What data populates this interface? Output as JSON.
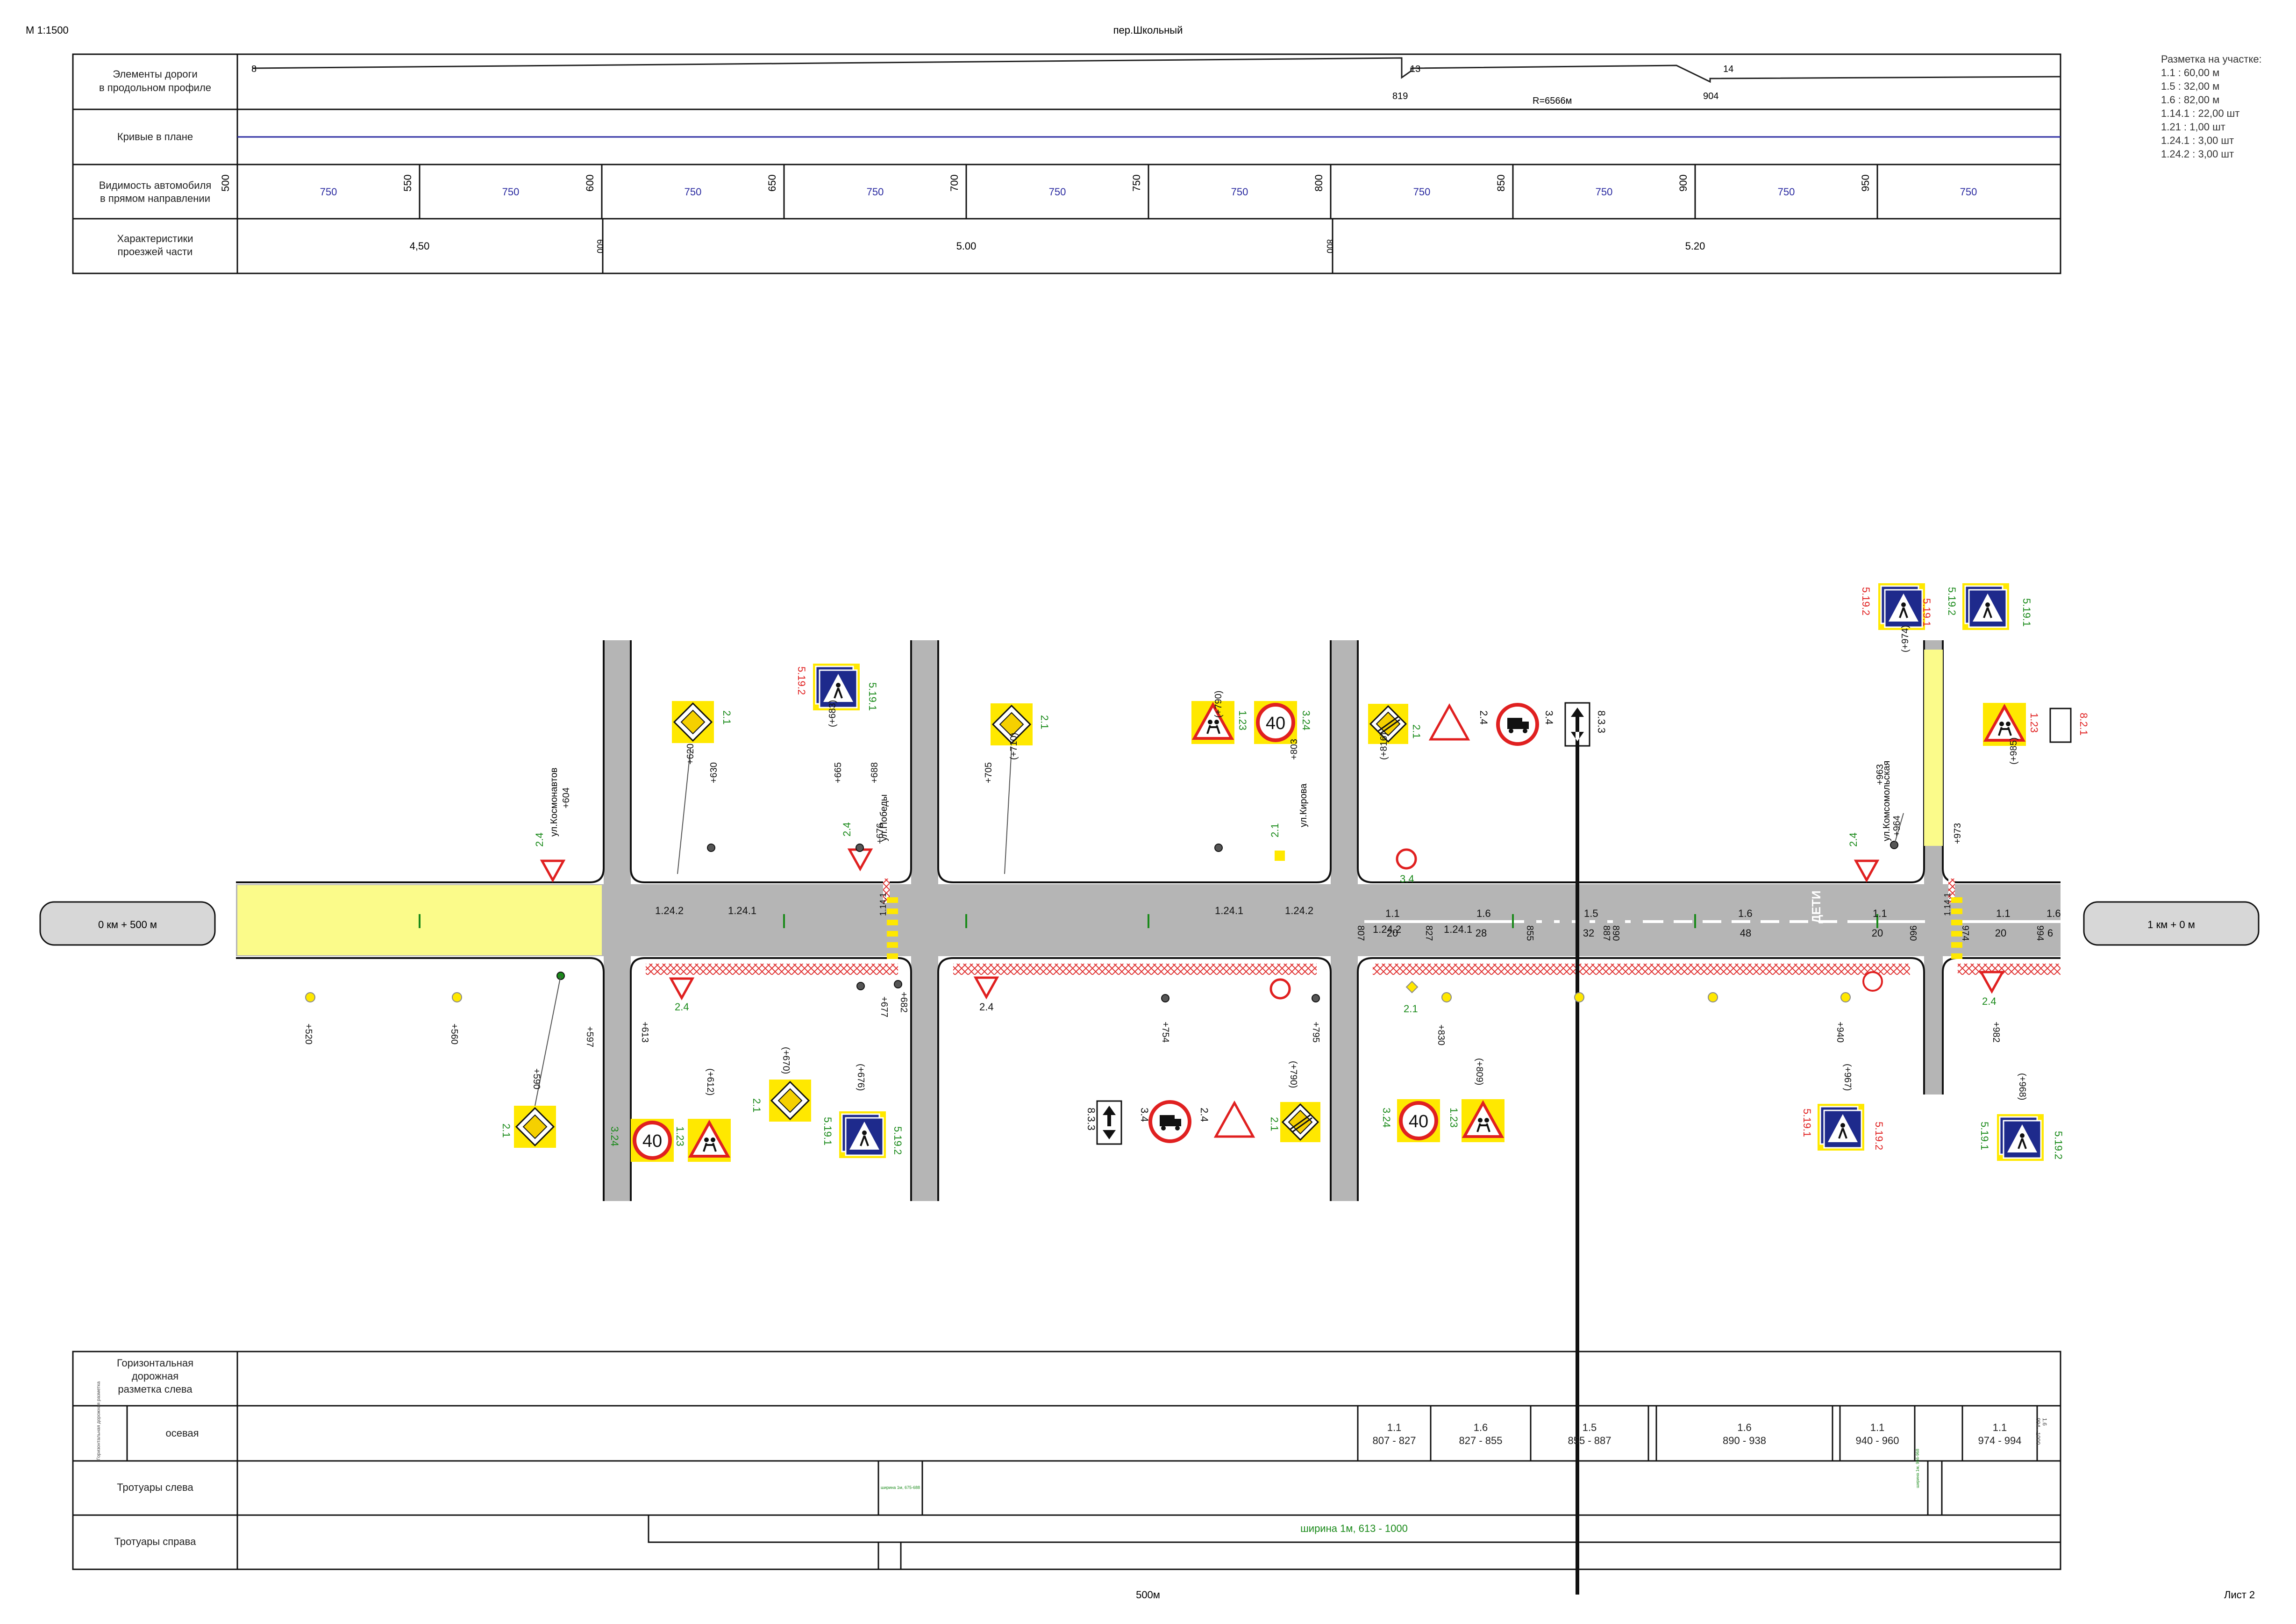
{
  "header": {
    "scale": "М 1:1500",
    "street": "пер.Школьный"
  },
  "footer": {
    "distance": "500м",
    "sheet": "Лист 2"
  },
  "legend": {
    "title": "Разметка на участке:",
    "items": [
      "1.1 : 60,00 м",
      "1.5 : 32,00 м",
      "1.6 : 82,00 м",
      "1.14.1 : 22,00 шт",
      "1.21 : 1,00 шт",
      "1.24.1 : 3,00 шт",
      "1.24.2 : 3,00 шт"
    ]
  },
  "top_table": {
    "row_labels": [
      "Элементы дороги\nв продольном профиле",
      "Кривые в плане",
      "Видимость автомобиля\nв прямом направлении",
      "Характеристики\nпроезжей части"
    ],
    "profile": {
      "start": "8",
      "p1": "13",
      "p1_km": "819",
      "p2": "14",
      "p2_km": "904",
      "radius": "R=6566м"
    },
    "visibility_ticks": [
      "500",
      "550",
      "600",
      "650",
      "700",
      "750",
      "800",
      "850",
      "900",
      "950"
    ],
    "visibility_value": "750",
    "width_segments": [
      {
        "from": "",
        "value": "4,50"
      },
      {
        "from": "600",
        "value": "5.00"
      },
      {
        "from": "800",
        "value": "5.20"
      }
    ]
  },
  "bottom_table": {
    "row_labels": [
      "Горизонтальная\nдорожная\nразметка слева",
      "осевая",
      "Тротуары слева",
      "Тротуары справа"
    ],
    "side_label": "Горизонтальная дорожная разметка",
    "axial": [
      {
        "code": "1.1",
        "range": "807 - 827"
      },
      {
        "code": "1.6",
        "range": "827 - 855"
      },
      {
        "code": "1.5",
        "range": "855 - 887"
      },
      {
        "code": "1.6",
        "range": "890 - 938"
      },
      {
        "code": "1.1",
        "range": "940 - 960"
      },
      {
        "code": "1.1",
        "range": "974 - 994"
      }
    ],
    "axial_tail": "1.6\n994 - 1000",
    "sidewalk_left_notes": [
      "ширина 1м, 675-688",
      "ширина 1м, 966-968"
    ],
    "sidewalk_right": "ширина 1м, 613 - 1000"
  },
  "plan": {
    "start_label": "0 км + 500 м",
    "end_label": "1 км + 0 м",
    "streets": [
      "ул.Космонавтов",
      "ул.Победы",
      "ул.Кирова",
      "ул.Комсомольская"
    ],
    "marking_labels": [
      "1.24.2",
      "1.24.1",
      "1.24.1",
      "1.24.2",
      "1.1",
      "1.24.2",
      "1.24.1",
      "1.6",
      "1.5",
      "1.6",
      "1.1",
      "1.1",
      "1.6",
      "1.14.1",
      "1.14.1"
    ],
    "lane_numbers": [
      "20",
      "28",
      "32",
      "48",
      "20",
      "20",
      "6"
    ],
    "station_marks": [
      "807",
      "827",
      "855",
      "887",
      "890",
      "960",
      "974",
      "994"
    ],
    "kids_text": "ДЕТИ",
    "sign_codes": {
      "main_road": "2.1",
      "give_way": "2.4",
      "children": "1.23",
      "speed": "3.24",
      "speed_value": "40",
      "crossing_left": "5.19.2",
      "crossing_right": "5.19.1",
      "trucks": "3.4",
      "zone": "8.3.3",
      "dist": "8.2.1"
    },
    "top_pickets": [
      "+604",
      "+620",
      "+630",
      "(+683)",
      "+665",
      "+688",
      "+676",
      "+688 ул.Победы",
      "(+710)",
      "+705",
      "(+790)",
      "+803",
      "(+816)",
      "+963",
      "(+974)",
      "+964",
      "+973",
      "(+985)"
    ],
    "bottom_pickets": [
      "+520",
      "+560",
      "+590",
      "+597",
      "+613",
      "(+612)",
      "(+670)",
      "(+676)",
      "+677",
      "+682",
      "+754",
      "(+790)",
      "+795",
      "+830",
      "(+809)",
      "+940",
      "(+967)",
      "+982",
      "(+968)"
    ]
  }
}
